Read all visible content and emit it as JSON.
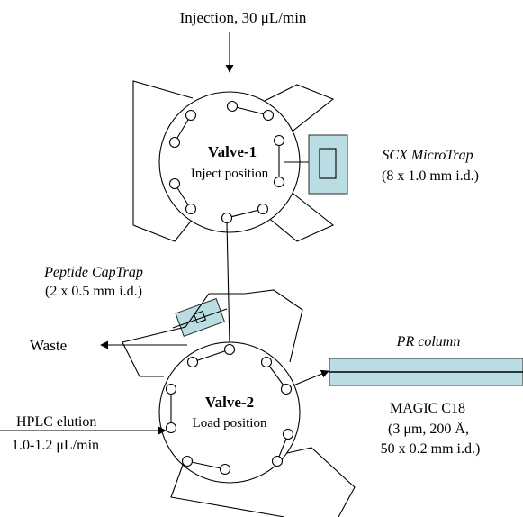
{
  "labels": {
    "injection": "Injection, 30 μL/min",
    "valve1_name": "Valve-1",
    "valve1_position": "Inject position",
    "scx_name": "SCX MicroTrap",
    "scx_dims": "(8 x 1.0 mm i.d.)",
    "captrap_name": "Peptide CapTrap",
    "captrap_dims": "(2 x 0.5 mm i.d.)",
    "waste": "Waste",
    "valve2_name": "Valve-2",
    "valve2_position": "Load position",
    "hplc_label": "HPLC elution",
    "hplc_flow": "1.0-1.2 μL/min",
    "pr_column": "PR column",
    "magic": "MAGIC C18",
    "magic_spec1": "(3 μm, 200 Å,",
    "magic_spec2": "50 x 0.2 mm i.d.)"
  },
  "colors": {
    "cartridge_fill": "#b9dde3",
    "line": "#000000",
    "background": "#ffffff"
  }
}
